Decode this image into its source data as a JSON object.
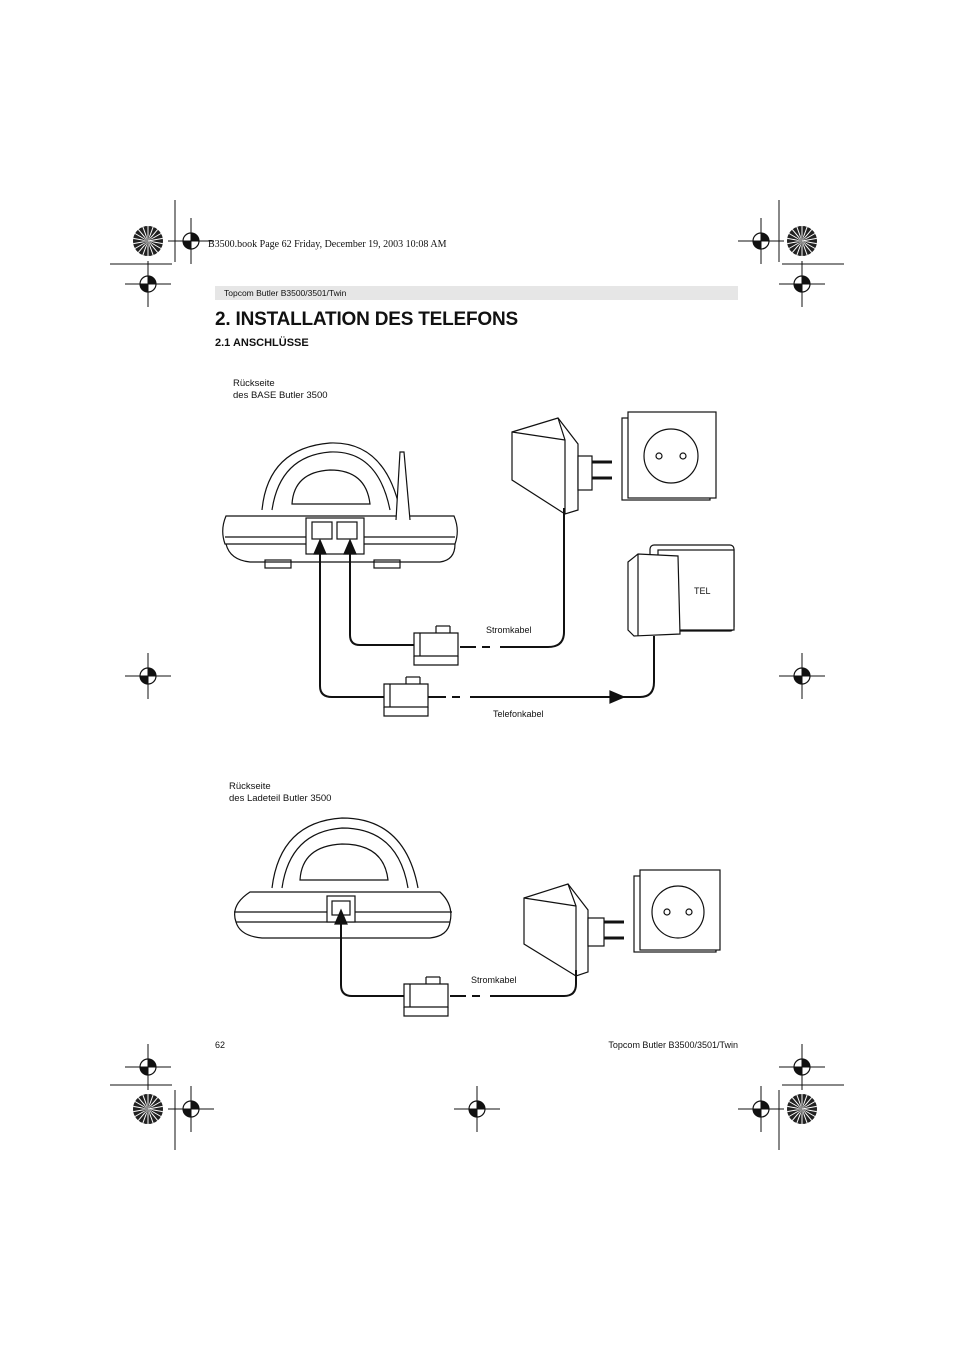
{
  "print_info": "B3500.book  Page 62  Friday, December 19, 2003  10:08 AM",
  "header": {
    "running_title": "Topcom Butler B3500/3501/Twin"
  },
  "section": {
    "title": "2. INSTALLATION DES TELEFONS",
    "subtitle": "2.1 ANSCHLÜSSE"
  },
  "figure_base": {
    "caption_line1": "Rückseite",
    "caption_line2": "des BASE Butler 3500",
    "label_tel": "TEL",
    "label_power": "Stromkabel",
    "label_phone": "Telefonkabel"
  },
  "figure_charger": {
    "caption_line1": "Rückseite",
    "caption_line2": "des Ladeteil Butler 3500",
    "label_power": "Stromkabel"
  },
  "footer": {
    "page_number": "62",
    "running_title": "Topcom Butler B3500/3501/Twin"
  }
}
